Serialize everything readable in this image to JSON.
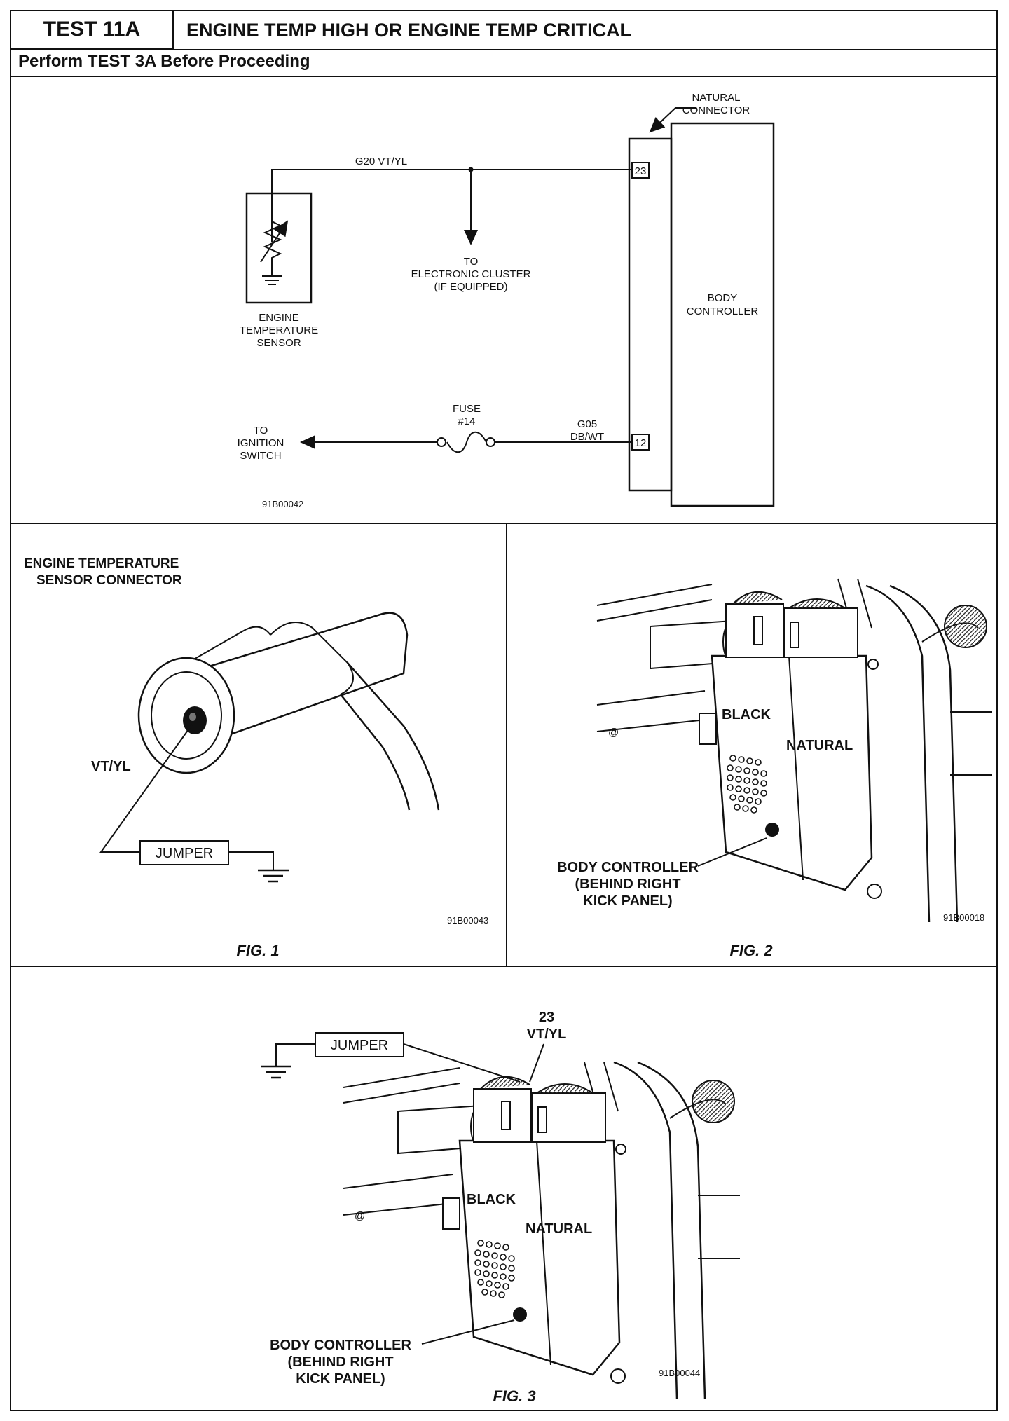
{
  "header": {
    "test_label": "TEST 11A",
    "title": "ENGINE TEMP HIGH OR ENGINE TEMP CRITICAL",
    "subtitle": "Perform TEST 3A Before Proceeding"
  },
  "schematic": {
    "natural_connector": [
      "NATURAL",
      "CONNECTOR"
    ],
    "wire_top": "G20  VT/YL",
    "pin_top": "23",
    "pin_bottom": "12",
    "to_cluster": [
      "TO",
      "ELECTRONIC CLUSTER",
      "(IF EQUIPPED)"
    ],
    "sensor_label": [
      "ENGINE",
      "TEMPERATURE",
      "SENSOR"
    ],
    "controller_label": [
      "BODY",
      "CONTROLLER"
    ],
    "fuse_label": [
      "FUSE",
      "#14"
    ],
    "wire_bottom": [
      "G05",
      "DB/WT"
    ],
    "to_ignition": [
      "TO",
      "IGNITION",
      "SWITCH"
    ],
    "code": "91B00042"
  },
  "fig1": {
    "title": [
      "ENGINE TEMPERATURE",
      "SENSOR CONNECTOR"
    ],
    "wire": "VT/YL",
    "jumper": "JUMPER",
    "code": "91B00043",
    "caption": "FIG. 1"
  },
  "fig2": {
    "black": "BLACK",
    "natural": "NATURAL",
    "body_controller": [
      "BODY CONTROLLER",
      "(BEHIND RIGHT",
      "KICK PANEL)"
    ],
    "code": "91B00018",
    "caption": "FIG. 2"
  },
  "fig3": {
    "jumper": "JUMPER",
    "pin": [
      "23",
      "VT/YL"
    ],
    "black": "BLACK",
    "natural": "NATURAL",
    "body_controller": [
      "BODY CONTROLLER",
      "(BEHIND RIGHT",
      "KICK PANEL)"
    ],
    "code": "91B00044",
    "caption": "FIG. 3"
  }
}
